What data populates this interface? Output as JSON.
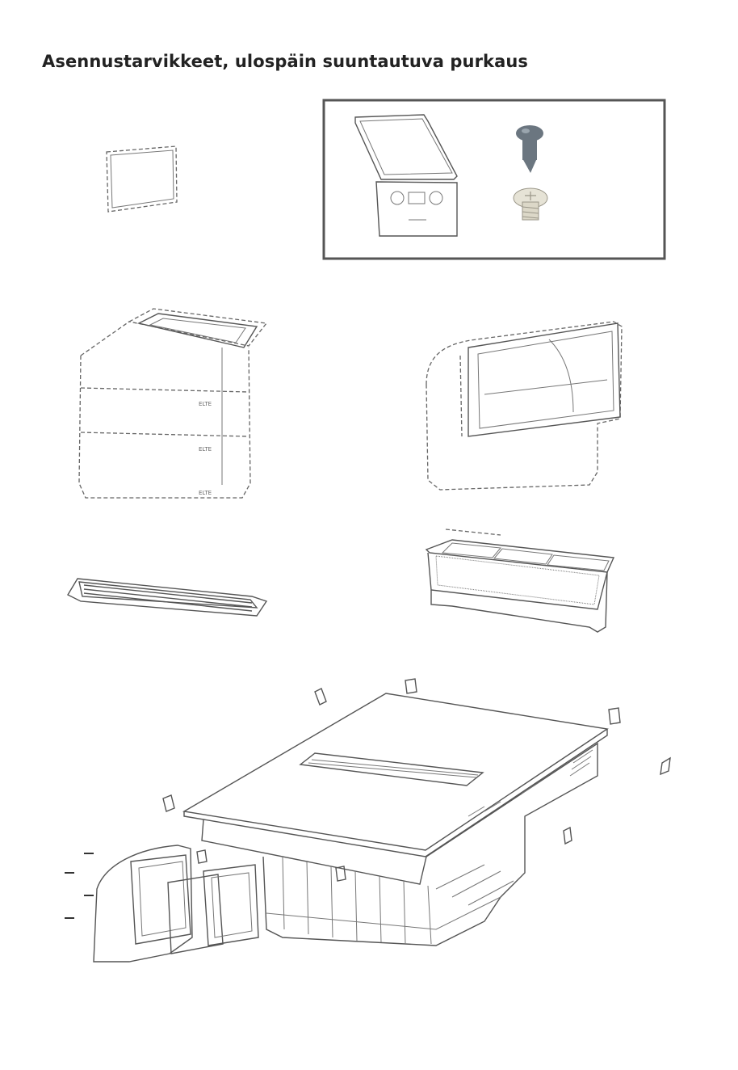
{
  "page": {
    "title": "Asennustarvikkeet, ulospäin suuntautuva purkaus"
  },
  "colors": {
    "title": "#222222",
    "line": "#555555",
    "frame": "#555555",
    "screw_dark": "#6b7680",
    "screw_light": "#e6e3d6"
  },
  "parts": [
    {
      "id": "gasket-sheet",
      "icon": "flat-gasket-icon"
    },
    {
      "id": "mounting-kit",
      "icon": "bracket-and-screws-icon"
    },
    {
      "id": "extension-box",
      "icon": "duct-extension-icon"
    },
    {
      "id": "bend-duct",
      "icon": "duct-bend-icon"
    },
    {
      "id": "grille",
      "icon": "grille-icon"
    },
    {
      "id": "grease-filter",
      "icon": "filter-icon"
    },
    {
      "id": "assembly",
      "icon": "hob-assembly-icon"
    }
  ]
}
